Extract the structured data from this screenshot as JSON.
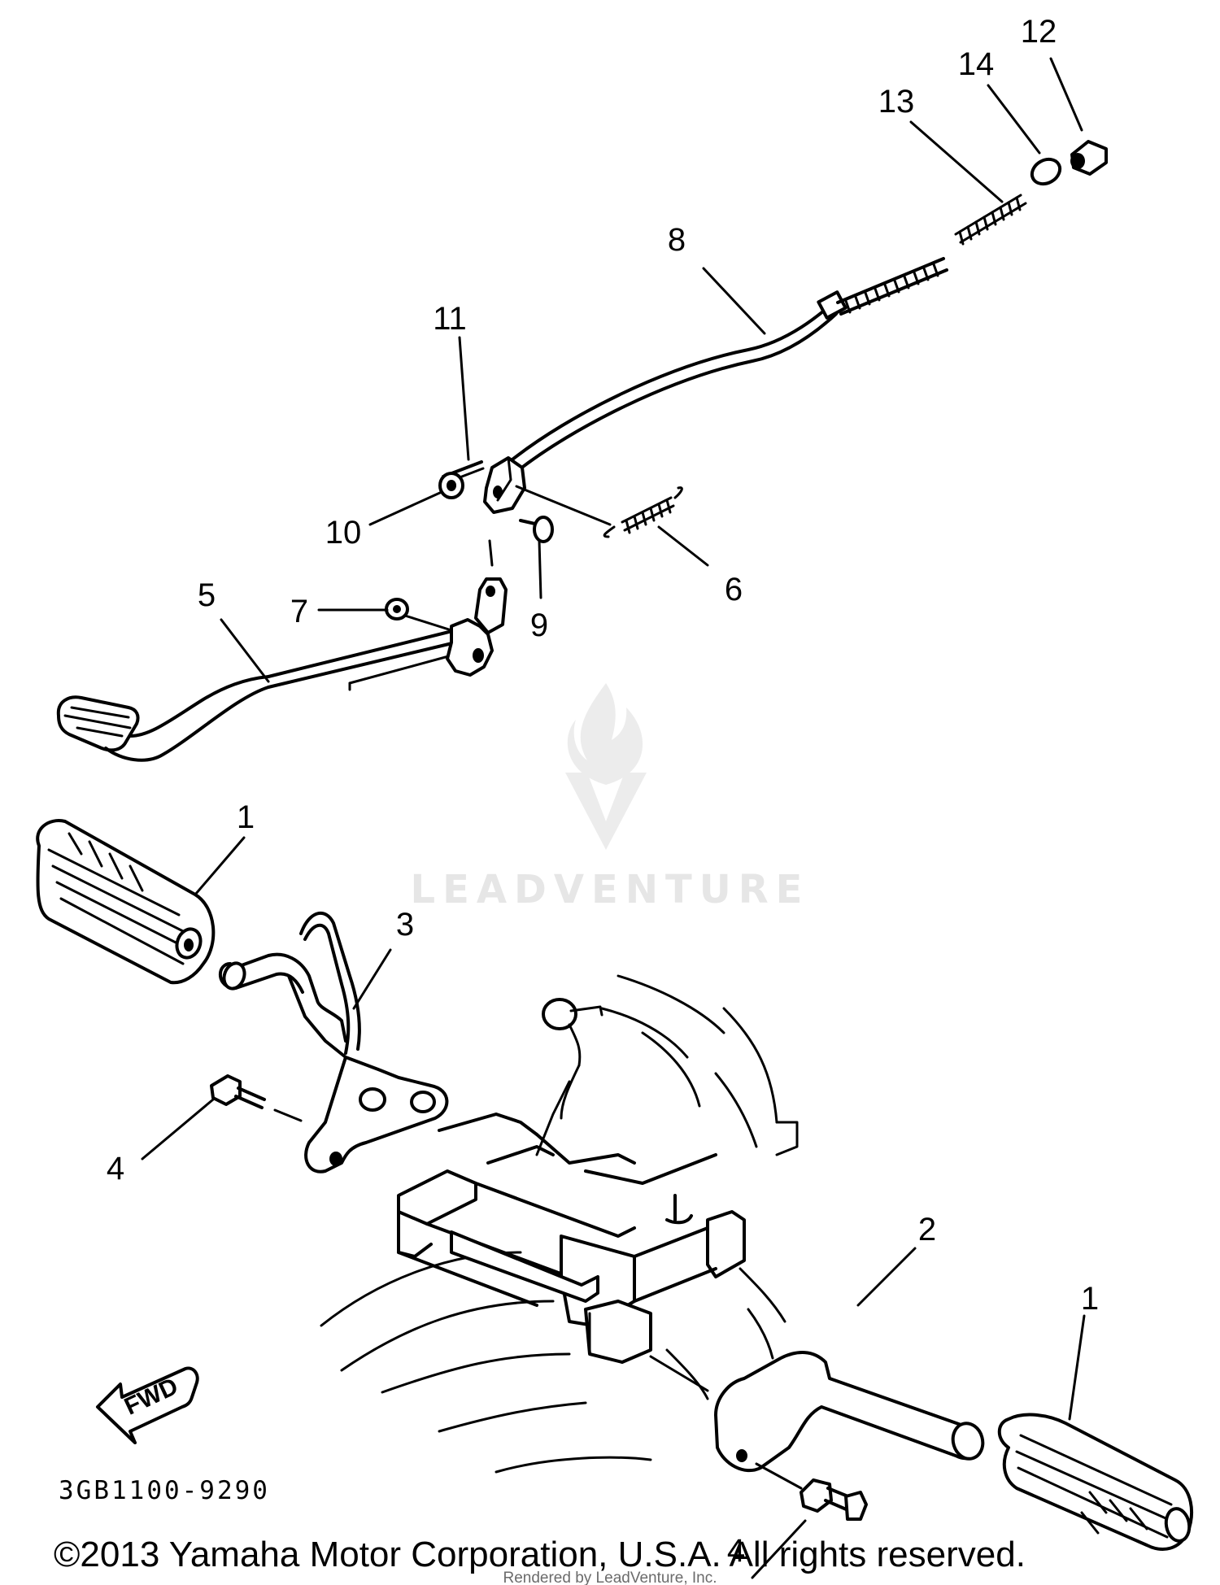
{
  "callouts": [
    {
      "id": "1a",
      "label": "1"
    },
    {
      "id": "1b",
      "label": "1"
    },
    {
      "id": "2",
      "label": "2"
    },
    {
      "id": "3",
      "label": "3"
    },
    {
      "id": "4a",
      "label": "4"
    },
    {
      "id": "4b",
      "label": "4"
    },
    {
      "id": "5",
      "label": "5"
    },
    {
      "id": "6",
      "label": "6"
    },
    {
      "id": "7",
      "label": "7"
    },
    {
      "id": "8",
      "label": "8"
    },
    {
      "id": "9",
      "label": "9"
    },
    {
      "id": "10",
      "label": "10"
    },
    {
      "id": "11",
      "label": "11"
    },
    {
      "id": "12",
      "label": "12"
    },
    {
      "id": "13",
      "label": "13"
    },
    {
      "id": "14",
      "label": "14"
    }
  ],
  "direction_label": "FWD",
  "diagram_code": "3GB1100-9290",
  "copyright": "©2013 Yamaha Motor Corporation, U.S.A. All rights reserved.",
  "rendered_by": "Rendered by LeadVenture, Inc.",
  "watermark": "LEADVENTURE"
}
